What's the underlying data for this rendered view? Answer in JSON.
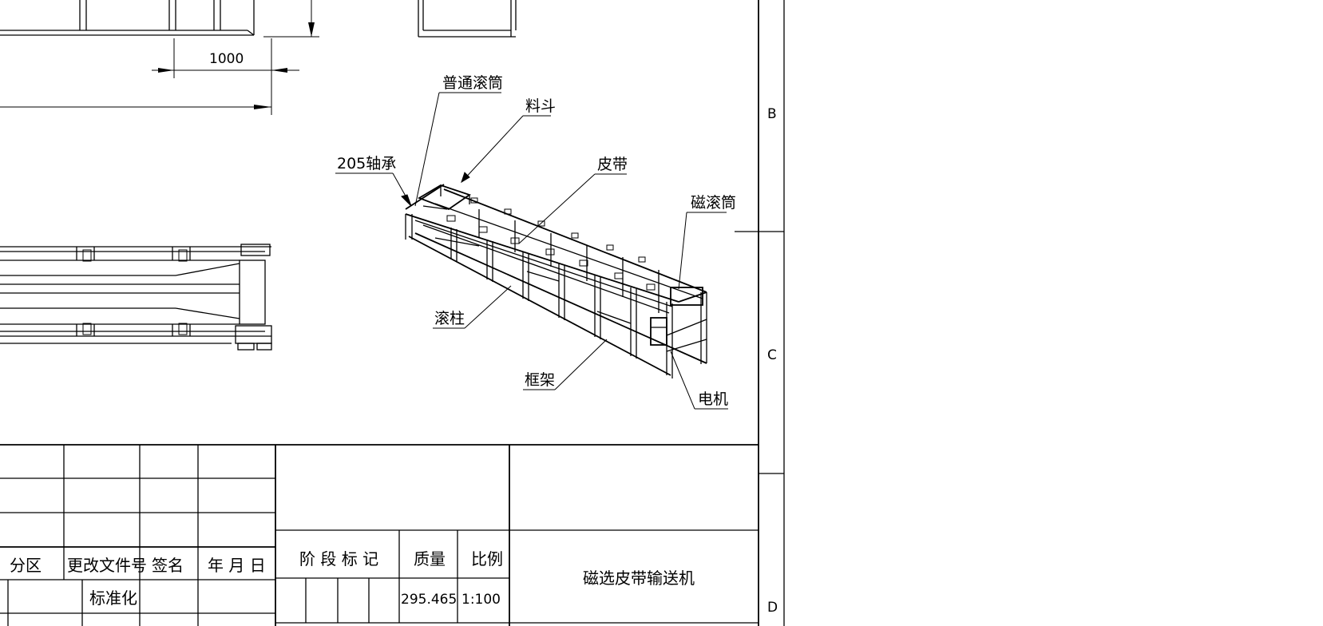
{
  "drawing": {
    "dimension_text": "1000",
    "callouts": {
      "ordinary_drum": "普通滚筒",
      "hopper": "料斗",
      "bearing_205": "205轴承",
      "belt": "皮带",
      "magnetic_drum": "磁滚筒",
      "roller": "滚柱",
      "frame": "框架",
      "motor": "电机"
    },
    "zones": [
      "B",
      "C",
      "D"
    ]
  },
  "title_block": {
    "revision_headers": [
      "分区",
      "更改文件号",
      "签名",
      "年 月 日"
    ],
    "standardization": "标准化",
    "stage_mark": "阶 段 标 记",
    "mass_label": "质量",
    "scale_label": "比例",
    "mass_value": "295.465",
    "scale_value": "1:100",
    "drawing_title": "磁选皮带输送机"
  }
}
